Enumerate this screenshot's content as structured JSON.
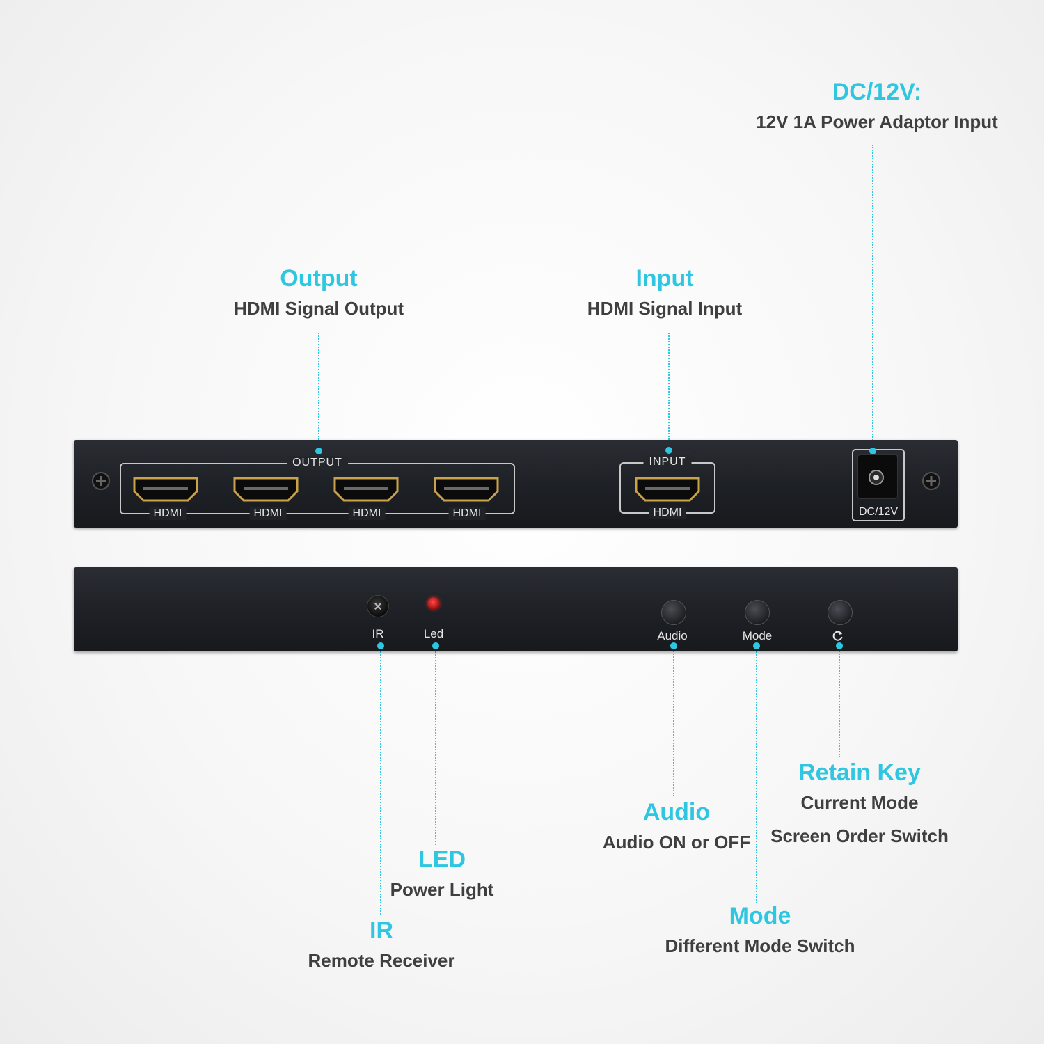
{
  "callouts": {
    "dc": {
      "title": "DC/12V:",
      "desc": "12V 1A Power Adaptor Input"
    },
    "output": {
      "title": "Output",
      "desc": "HDMI Signal Output"
    },
    "input": {
      "title": "Input",
      "desc": "HDMI Signal Input"
    },
    "retain": {
      "title": "Retain Key",
      "desc_line1": "Current Mode",
      "desc_line2": "Screen Order Switch"
    },
    "audio": {
      "title": "Audio",
      "desc": "Audio ON or OFF"
    },
    "led": {
      "title": "LED",
      "desc": "Power Light"
    },
    "ir": {
      "title": "IR",
      "desc": "Remote Receiver"
    },
    "mode": {
      "title": "Mode",
      "desc": "Different Mode Switch"
    }
  },
  "back_panel": {
    "output_group": "OUTPUT",
    "input_group": "INPUT",
    "output_ports": [
      "HDMI",
      "HDMI",
      "HDMI",
      "HDMI"
    ],
    "input_port": "HDMI",
    "dc_label": "DC/12V"
  },
  "front_panel": {
    "ir_label": "IR",
    "led_label": "Led",
    "audio_label": "Audio",
    "mode_label": "Mode",
    "retain_icon": "cycle-arrows-icon"
  },
  "colors": {
    "accent": "#2ec6e0",
    "description": "#3f3f3f",
    "panel": "#1f2227",
    "led": "#ff2a2a"
  }
}
